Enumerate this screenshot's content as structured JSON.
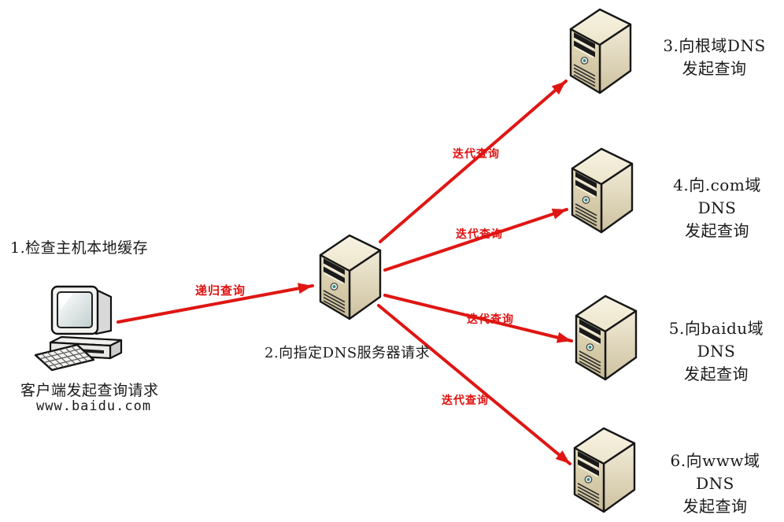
{
  "diagram": {
    "colors": {
      "arrow_red": "#df1613",
      "label_red": "#e01312",
      "server_beige": "#ddd2b2",
      "outline": "#161616"
    },
    "client": {
      "step_label": "1.检查主机本地缓存",
      "caption": "客户端发起查询请求",
      "domain": "www.baidu.com"
    },
    "local_dns": {
      "caption": "2.向指定DNS服务器请求"
    },
    "arrows": {
      "recursive": {
        "label": "递归查询"
      },
      "iterative1": {
        "label": "迭代查询"
      },
      "iterative2": {
        "label": "迭代查询"
      },
      "iterative3": {
        "label": "迭代查询"
      },
      "iterative4": {
        "label": "迭代查询"
      }
    },
    "targets": [
      {
        "line1": "3.向根域DNS",
        "line2": "发起查询"
      },
      {
        "line1": "4.向.com域DNS",
        "line2": "发起查询"
      },
      {
        "line1": "5.向baidu域DNS",
        "line2": "发起查询"
      },
      {
        "line1": "6.向www域DNS",
        "line2": "发起查询"
      }
    ]
  }
}
